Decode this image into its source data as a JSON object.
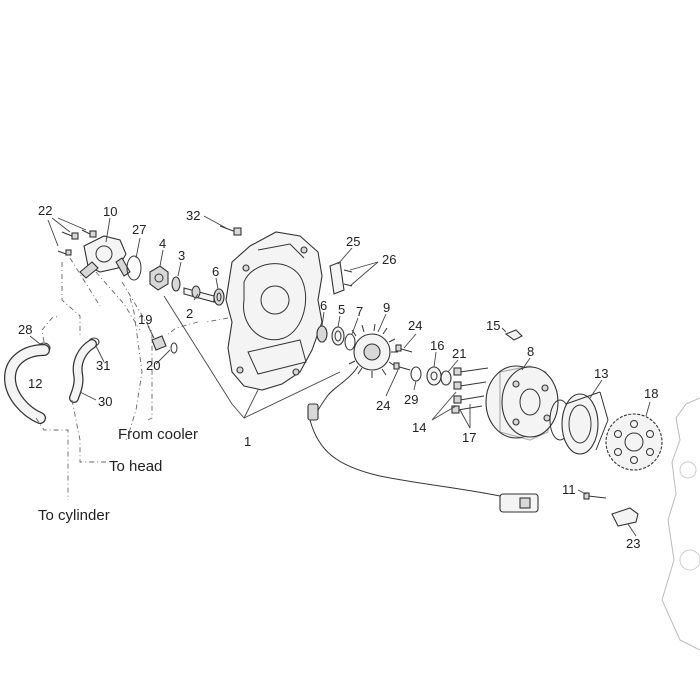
{
  "callouts": [
    {
      "id": "c1",
      "text": "1"
    },
    {
      "id": "c2",
      "text": "2"
    },
    {
      "id": "c3",
      "text": "3"
    },
    {
      "id": "c4",
      "text": "4"
    },
    {
      "id": "c5",
      "text": "5"
    },
    {
      "id": "c6a",
      "text": "6"
    },
    {
      "id": "c6b",
      "text": "6"
    },
    {
      "id": "c7",
      "text": "7"
    },
    {
      "id": "c8",
      "text": "8"
    },
    {
      "id": "c9",
      "text": "9"
    },
    {
      "id": "c10",
      "text": "10"
    },
    {
      "id": "c11",
      "text": "11"
    },
    {
      "id": "c12",
      "text": "12"
    },
    {
      "id": "c13",
      "text": "13"
    },
    {
      "id": "c14",
      "text": "14"
    },
    {
      "id": "c15",
      "text": "15"
    },
    {
      "id": "c16",
      "text": "16"
    },
    {
      "id": "c17",
      "text": "17"
    },
    {
      "id": "c18",
      "text": "18"
    },
    {
      "id": "c19",
      "text": "19"
    },
    {
      "id": "c20",
      "text": "20"
    },
    {
      "id": "c21",
      "text": "21"
    },
    {
      "id": "c22",
      "text": "22"
    },
    {
      "id": "c23",
      "text": "23"
    },
    {
      "id": "c24a",
      "text": "24"
    },
    {
      "id": "c24b",
      "text": "24"
    },
    {
      "id": "c25",
      "text": "25"
    },
    {
      "id": "c26",
      "text": "26"
    },
    {
      "id": "c27",
      "text": "27"
    },
    {
      "id": "c28",
      "text": "28"
    },
    {
      "id": "c29",
      "text": "29"
    },
    {
      "id": "c30",
      "text": "30"
    },
    {
      "id": "c31",
      "text": "31"
    },
    {
      "id": "c32",
      "text": "32"
    }
  ],
  "notes": {
    "from_cooler": "From cooler",
    "to_head": "To head",
    "to_cylinder": "To cylinder"
  }
}
